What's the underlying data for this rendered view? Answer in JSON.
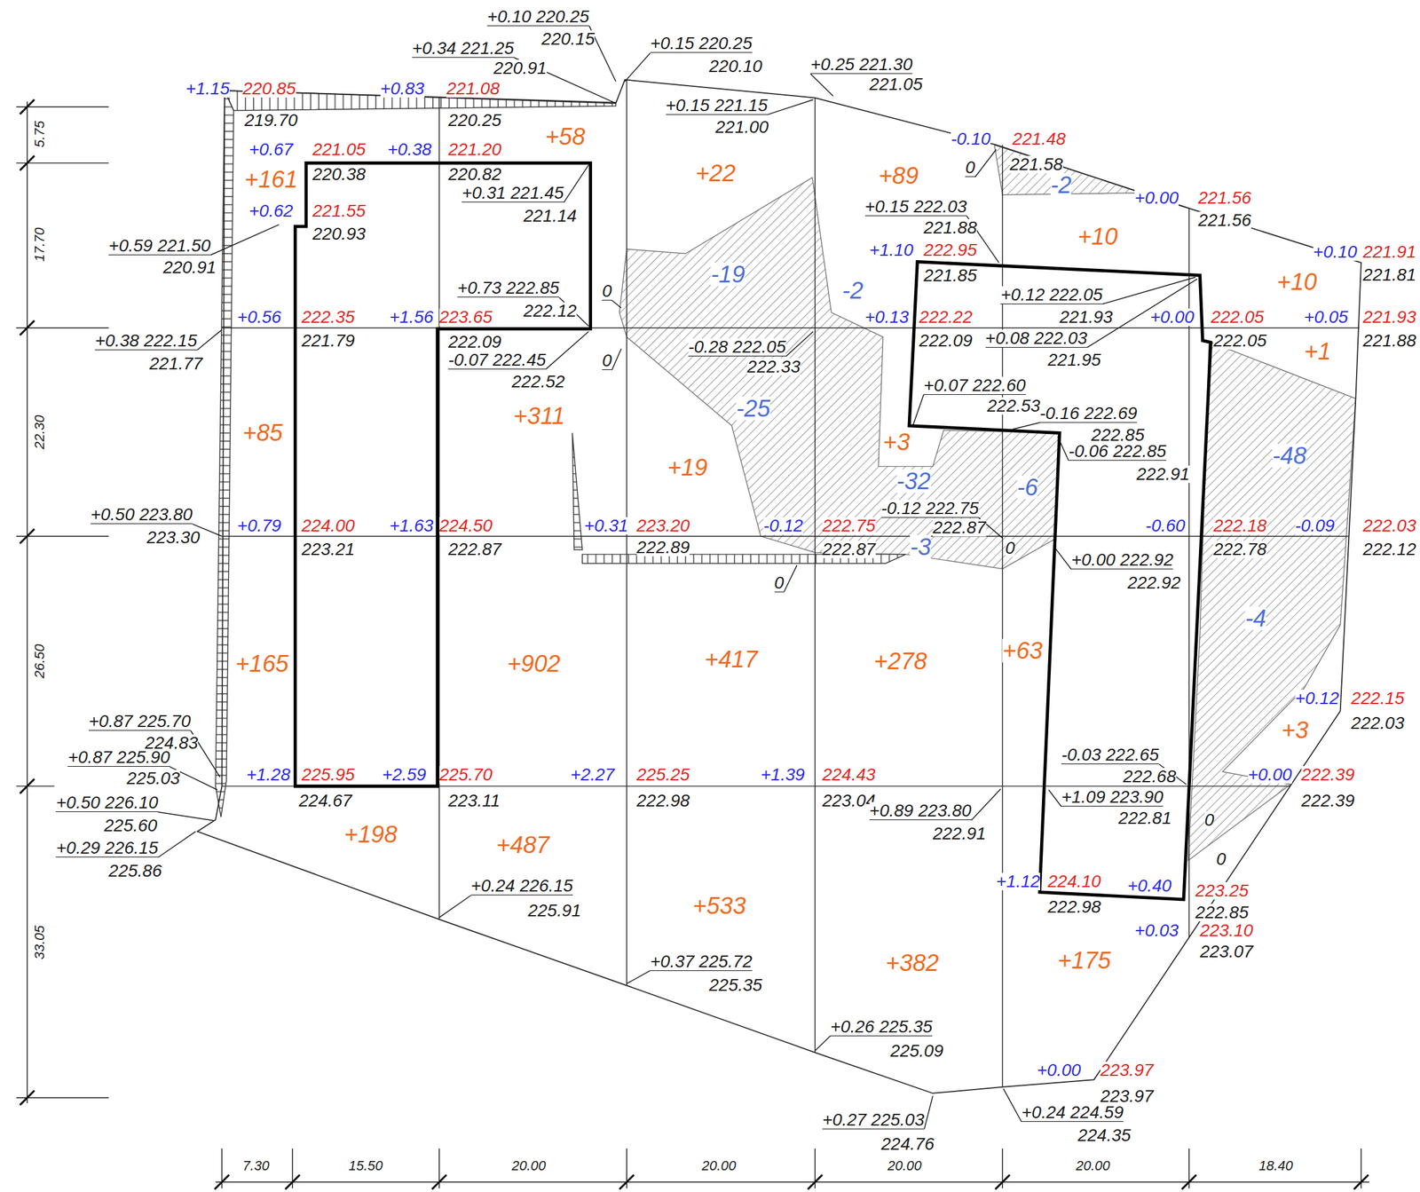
{
  "diagram": {
    "labels": [
      "+0.10 220.25",
      "220.15",
      "+0.34 221.25",
      "220.91",
      "+0.15 220.25",
      "220.10",
      "+0.25 221.30",
      "221.05",
      "+1.15",
      "220.85",
      "+0.83",
      "221.08",
      "219.70",
      "220.25",
      "+0.15 221.15",
      "221.00",
      "+58",
      "-0.10",
      "221.48",
      "0",
      "221.58",
      "+0.67",
      "221.05",
      "+0.38",
      "221.20",
      "220.38",
      "220.82",
      "+0.31 221.45",
      "221.14",
      "+161",
      "+22",
      "+89",
      "-2",
      "+0.00",
      "221.56",
      "221.56",
      "+0.62",
      "221.55",
      "220.93",
      "+0.15 222.03",
      "221.88",
      "+10",
      "+0.10",
      "221.91",
      "221.81",
      "+0.59 221.50",
      "220.91",
      "+1.10",
      "222.95",
      "221.85",
      "-19",
      "+10",
      "+0.73 222.85",
      "222.12",
      "0",
      "+0.12 222.05",
      "221.93",
      "-2",
      "+0.56",
      "222.35",
      "+1.56",
      "223.65",
      "+0.13",
      "222.22",
      "+0.00",
      "222.05",
      "+0.05",
      "221.93",
      "+0.38 222.15",
      "221.77",
      "221.79",
      "222.09",
      "-0.07 222.45",
      "222.52",
      "0",
      "-0.28 222.05",
      "222.33",
      "222.09",
      "+0.08 222.03",
      "221.95",
      "222.05",
      "+1",
      "221.88",
      "+0.07 222.60",
      "222.53",
      "-0.16 222.69",
      "222.85",
      "-0.06 222.85",
      "222.91",
      "+311",
      "-25",
      "+85",
      "+3",
      "-48",
      "+19",
      "-32",
      "-6",
      "-0.12 222.75",
      "222.87",
      "+0.50 223.80",
      "223.30",
      "+0.79",
      "224.00",
      "+1.63",
      "224.50",
      "+0.31",
      "223.20",
      "-0.12",
      "222.75",
      "-0.60",
      "222.18",
      "-0.09",
      "222.03",
      "223.21",
      "222.87",
      "222.89",
      "222.87",
      "-3",
      "0",
      "222.78",
      "222.12",
      "0",
      "+0.00 222.92",
      "222.92",
      "-4",
      "+165",
      "+902",
      "+417",
      "+278",
      "+63",
      "+0.12",
      "222.15",
      "222.03",
      "+0.87 225.70",
      "224.83",
      "+0.87 225.90",
      "225.03",
      "+3",
      "-0.03 222.65",
      "222.68",
      "+1.28",
      "225.95",
      "+2.59",
      "225.70",
      "+2.27",
      "225.25",
      "+1.39",
      "224.43",
      "+0.00",
      "222.39",
      "224.67",
      "223.11",
      "222.98",
      "223.04",
      "+0.89 223.80",
      "222.91",
      "+1.09 223.90",
      "222.81",
      "222.39",
      "+0.50 226.10",
      "225.60",
      "+0.29 226.15",
      "225.86",
      "+198",
      "+487",
      "0",
      "0",
      "+1.12",
      "224.10",
      "+0.40",
      "222.98",
      "223.25",
      "222.85",
      "223.10",
      "+0.03",
      "223.07",
      "+0.24 226.15",
      "225.91",
      "+533",
      "+0.37 225.72",
      "225.35",
      "+382",
      "+175",
      "+0.26 225.35",
      "225.09",
      "+0.00",
      "223.97",
      "223.97",
      "+0.27 225.03",
      "224.76",
      "+0.24 224.59",
      "224.35",
      "5.75",
      "17.70",
      "22.30",
      "26.50",
      "33.05",
      "7.30",
      "15.50",
      "20.00",
      "20.00",
      "20.00",
      "20.00",
      "18.40"
    ]
  }
}
